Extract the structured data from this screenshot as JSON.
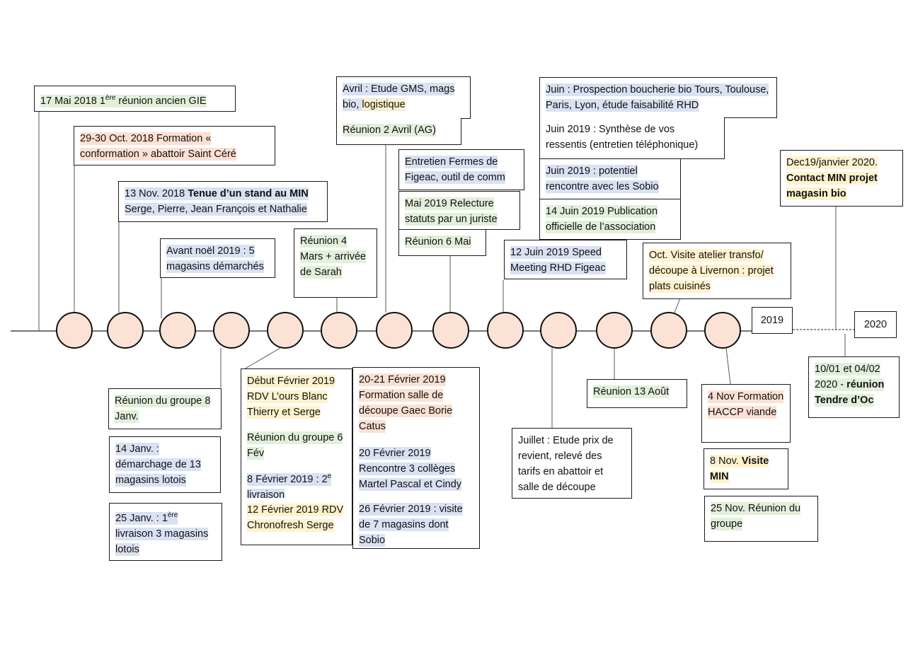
{
  "years": {
    "y2019": "2019",
    "y2020": "2020"
  },
  "events": {
    "e1": {
      "color": "green",
      "parts": [
        [
          "17 Mai 2018 1",
          ""
        ],
        [
          "ère",
          "sup"
        ],
        [
          " réunion ancien GIE",
          ""
        ]
      ]
    },
    "e2": {
      "color": "pink",
      "text": "29-30 Oct. 2018 Formation « conformation » abattoir Saint Céré"
    },
    "e3": {
      "color": "blue",
      "parts": [
        [
          "13 Nov. 2018 ",
          ""
        ],
        [
          "Tenue d’un stand au MIN",
          "b"
        ],
        [
          " Serge, Pierre, Jean François et Nathalie",
          ""
        ]
      ]
    },
    "e4": {
      "color": "blue",
      "text": "Avant noël 2019 : 5 magasins démarchés"
    },
    "e5": {
      "color": "green",
      "text": "Réunion 4 Mars + arrivée de Sarah"
    },
    "e6": {
      "color": "blue",
      "parts": [
        [
          "Avril : Etude GMS, mags bio, ",
          ""
        ],
        [
          "logistique",
          "y"
        ]
      ]
    },
    "e7": {
      "color": "green",
      "text": "Réunion 2 Avril (AG)"
    },
    "e8": {
      "color": "blue",
      "text": "Entretien Fermes de Figeac, outil de comm"
    },
    "e9": {
      "color": "green",
      "text": "Mai 2019 Relecture statuts par un juriste"
    },
    "e10": {
      "color": "green",
      "text": "Réunion 6 Mai"
    },
    "e11": {
      "color": "blue",
      "text": "12 Juin 2019 Speed Meeting RHD Figeac"
    },
    "e12": {
      "color": "blue",
      "text": "Juin : Prospection boucherie bio Tours, Toulouse, Paris, Lyon, étude faisabilité RHD"
    },
    "e13": {
      "color": "none",
      "text": "Juin 2019 : Synthèse de vos ressentis (entretien téléphonique)"
    },
    "e14": {
      "color": "blue",
      "text": "Juin 2019 : potentiel rencontre avec les Sobio"
    },
    "e15": {
      "color": "green",
      "text": "14 Juin 2019 Publication officielle de l’association"
    },
    "e16": {
      "color": "yellow",
      "text": "Oct. Visite atelier transfo/ découpe à Livernon : projet plats cuisinés"
    },
    "e17": {
      "color": "yellow",
      "parts": [
        [
          "Dec19/janvier 2020. ",
          ""
        ],
        [
          "Contact MIN  projet magasin bio",
          "b"
        ]
      ]
    },
    "e18": {
      "color": "green",
      "text": "Réunion du groupe 8 Janv."
    },
    "e19": {
      "color": "blue",
      "text": "14 Janv. : démarchage de 13 magasins lotois"
    },
    "e20": {
      "color": "blue",
      "parts": [
        [
          "25 Janv. : 1",
          ""
        ],
        [
          "ère",
          "sup"
        ],
        [
          " livraison 3 magasins lotois",
          ""
        ]
      ]
    },
    "e21": {
      "color": "yellow",
      "text": "Début Février 2019 RDV L’ours Blanc Thierry et Serge"
    },
    "e22": {
      "color": "green",
      "text": "Réunion du groupe 6 Fév"
    },
    "e23": {
      "color": "blue",
      "parts": [
        [
          "8 Février 2019 : 2",
          ""
        ],
        [
          "e",
          "sup"
        ],
        [
          " livraison",
          ""
        ]
      ]
    },
    "e24": {
      "color": "yellow",
      "text": "12 Février 2019 RDV Chronofresh Serge"
    },
    "e25": {
      "color": "pink",
      "text": "20-21 Février 2019 Formation salle de découpe Gaec Borie Catus"
    },
    "e26": {
      "color": "blue",
      "text": "20 Février 2019 Rencontre 3 collèges Martel Pascal et Cindy"
    },
    "e27": {
      "color": "blue",
      "text": "26 Février 2019 : visite de 7 magasins dont Sobio"
    },
    "e28": {
      "color": "none",
      "text": "Juillet : Etude prix de revient, relevé des tarifs en abattoir et salle de découpe"
    },
    "e29": {
      "color": "green",
      "text": "Réunion 13 Août"
    },
    "e30": {
      "color": "pink",
      "text": "4 Nov Formation HACCP viande"
    },
    "e31": {
      "color": "yellow",
      "parts": [
        [
          "8 Nov. ",
          ""
        ],
        [
          "Visite MIN",
          "b"
        ]
      ]
    },
    "e32": {
      "color": "green",
      "text": "25 Nov. Réunion du groupe"
    },
    "e33": {
      "color": "green",
      "parts": [
        [
          "10/01 et 04/02 2020 -  ",
          ""
        ],
        [
          "réunion Tendre d’Oc",
          "b"
        ]
      ]
    }
  }
}
